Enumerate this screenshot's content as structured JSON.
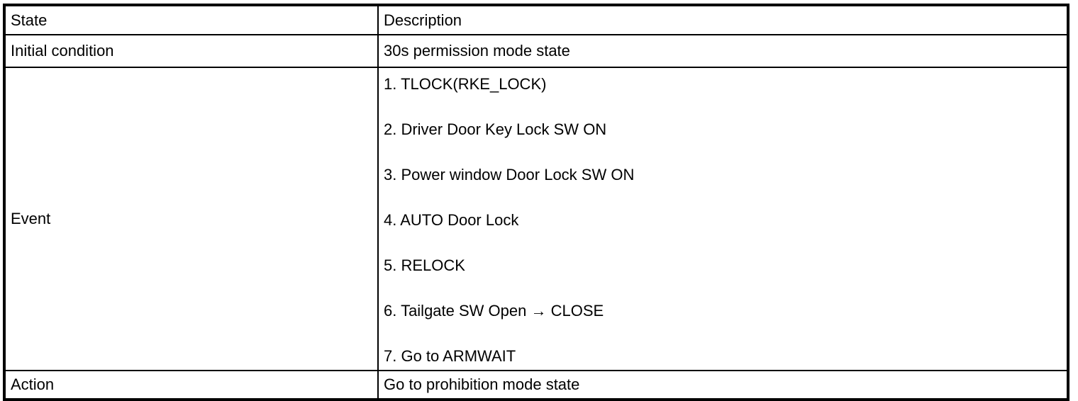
{
  "table": {
    "header": {
      "state": "State",
      "description": "Description"
    },
    "rows": {
      "initial": {
        "label": "Initial condition",
        "value": "30s permission mode state"
      },
      "event": {
        "label": "Event",
        "items": [
          "1. TLOCK(RKE_LOCK)",
          "2. Driver Door Key Lock SW ON",
          "3. Power window Door Lock SW ON",
          "4. AUTO Door Lock",
          "5. RELOCK",
          "6. Tailgate SW Open → CLOSE",
          "7. Go to ARMWAIT"
        ]
      },
      "action": {
        "label": "Action",
        "value": "Go to prohibition mode state"
      }
    },
    "colors": {
      "border": "#000000",
      "text": "#000000",
      "background": "#ffffff"
    }
  }
}
